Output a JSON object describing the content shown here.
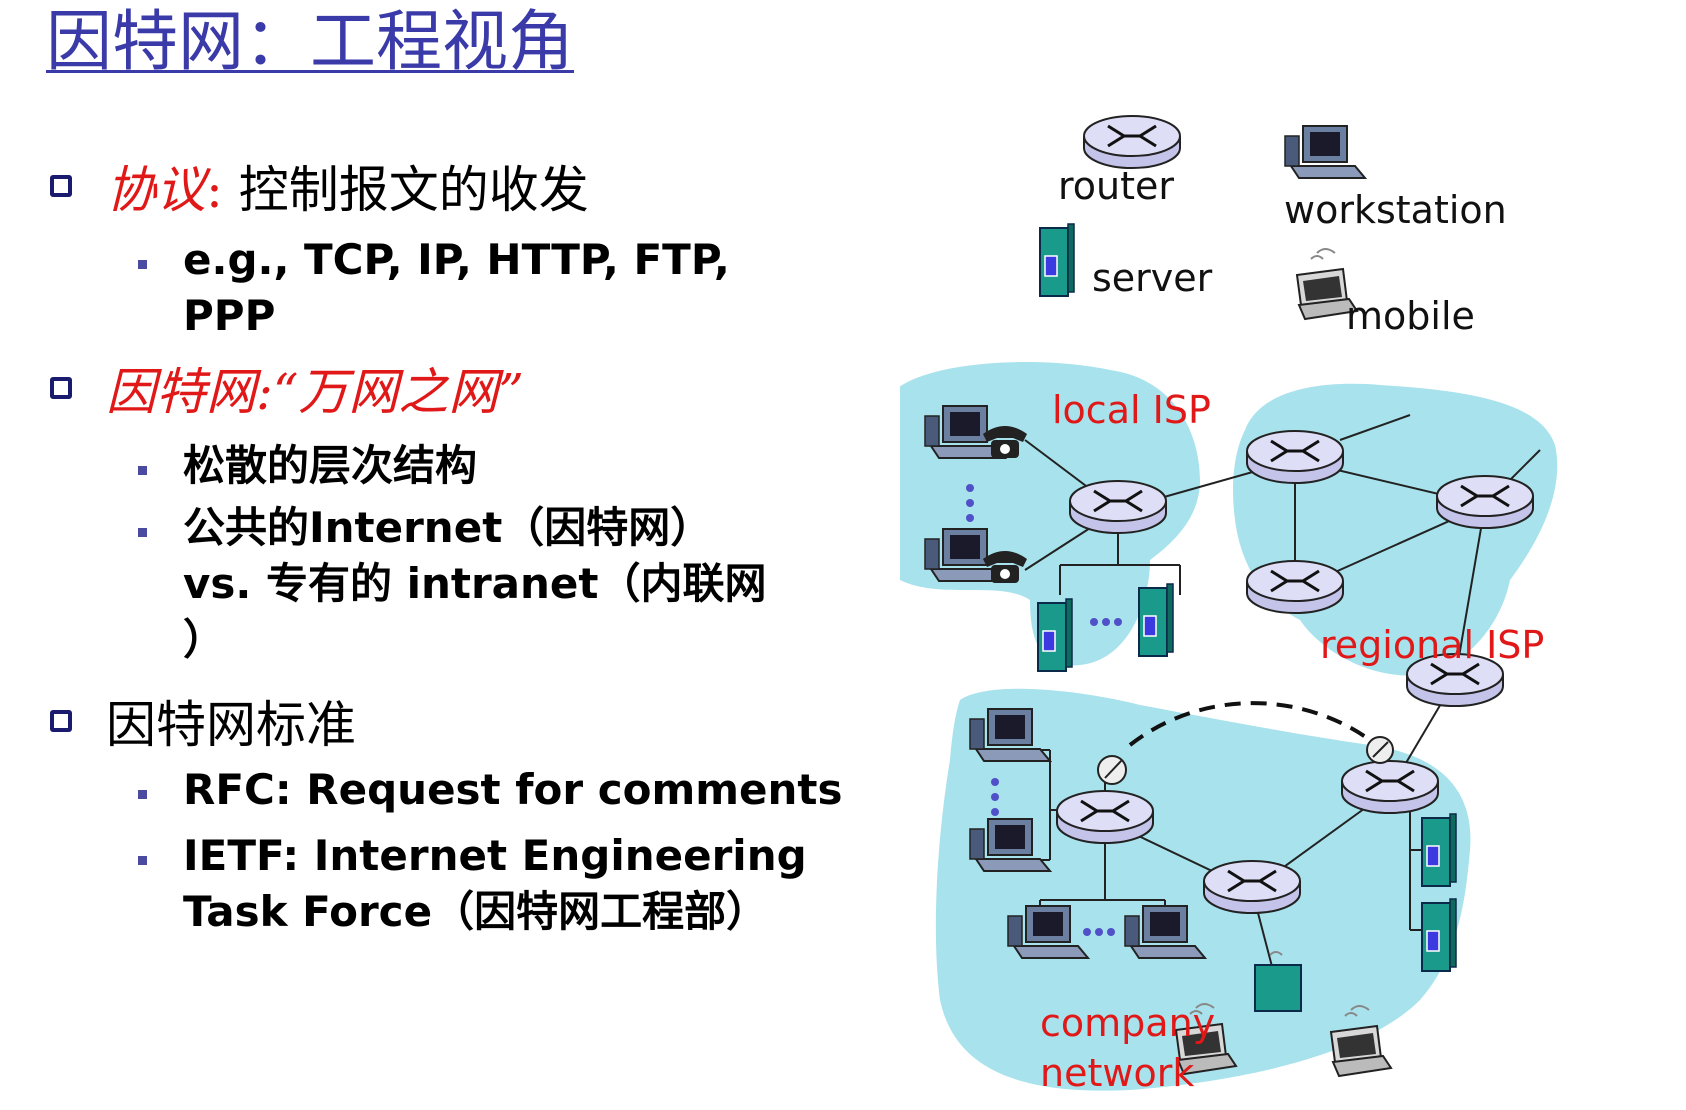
{
  "slide": {
    "title": "因特网：工程视角"
  },
  "bullets": [
    {
      "prefix": "协议",
      "separator": ": ",
      "text": "控制报文的收发",
      "subs": [
        "e.g., TCP, IP, HTTP, FTP,",
        "PPP"
      ]
    },
    {
      "prefix": "因特网:",
      "text": "“万网之网”",
      "subs": [
        "松散的层次结构",
        "公共的Internet（因特网）",
        "vs. 专有的 intranet（内联网",
        "）"
      ]
    },
    {
      "text": "因特网标准",
      "subs": [
        "RFC: Request for comments",
        "IETF: Internet Engineering",
        "Task Force（因特网工程部）"
      ]
    }
  ],
  "legend": {
    "router": "router",
    "workstation": "workstation",
    "server": "server",
    "mobile": "mobile"
  },
  "network_labels": {
    "local_isp": "local ISP",
    "regional_isp": "regional ISP",
    "company_1": "company",
    "company_2": "network"
  },
  "colors": {
    "title": "#3a3aa8",
    "highlight": "#e01818",
    "cloud": "#a8e2ec",
    "router_body": "#c4c4ea",
    "server": "#1a9a8a"
  }
}
